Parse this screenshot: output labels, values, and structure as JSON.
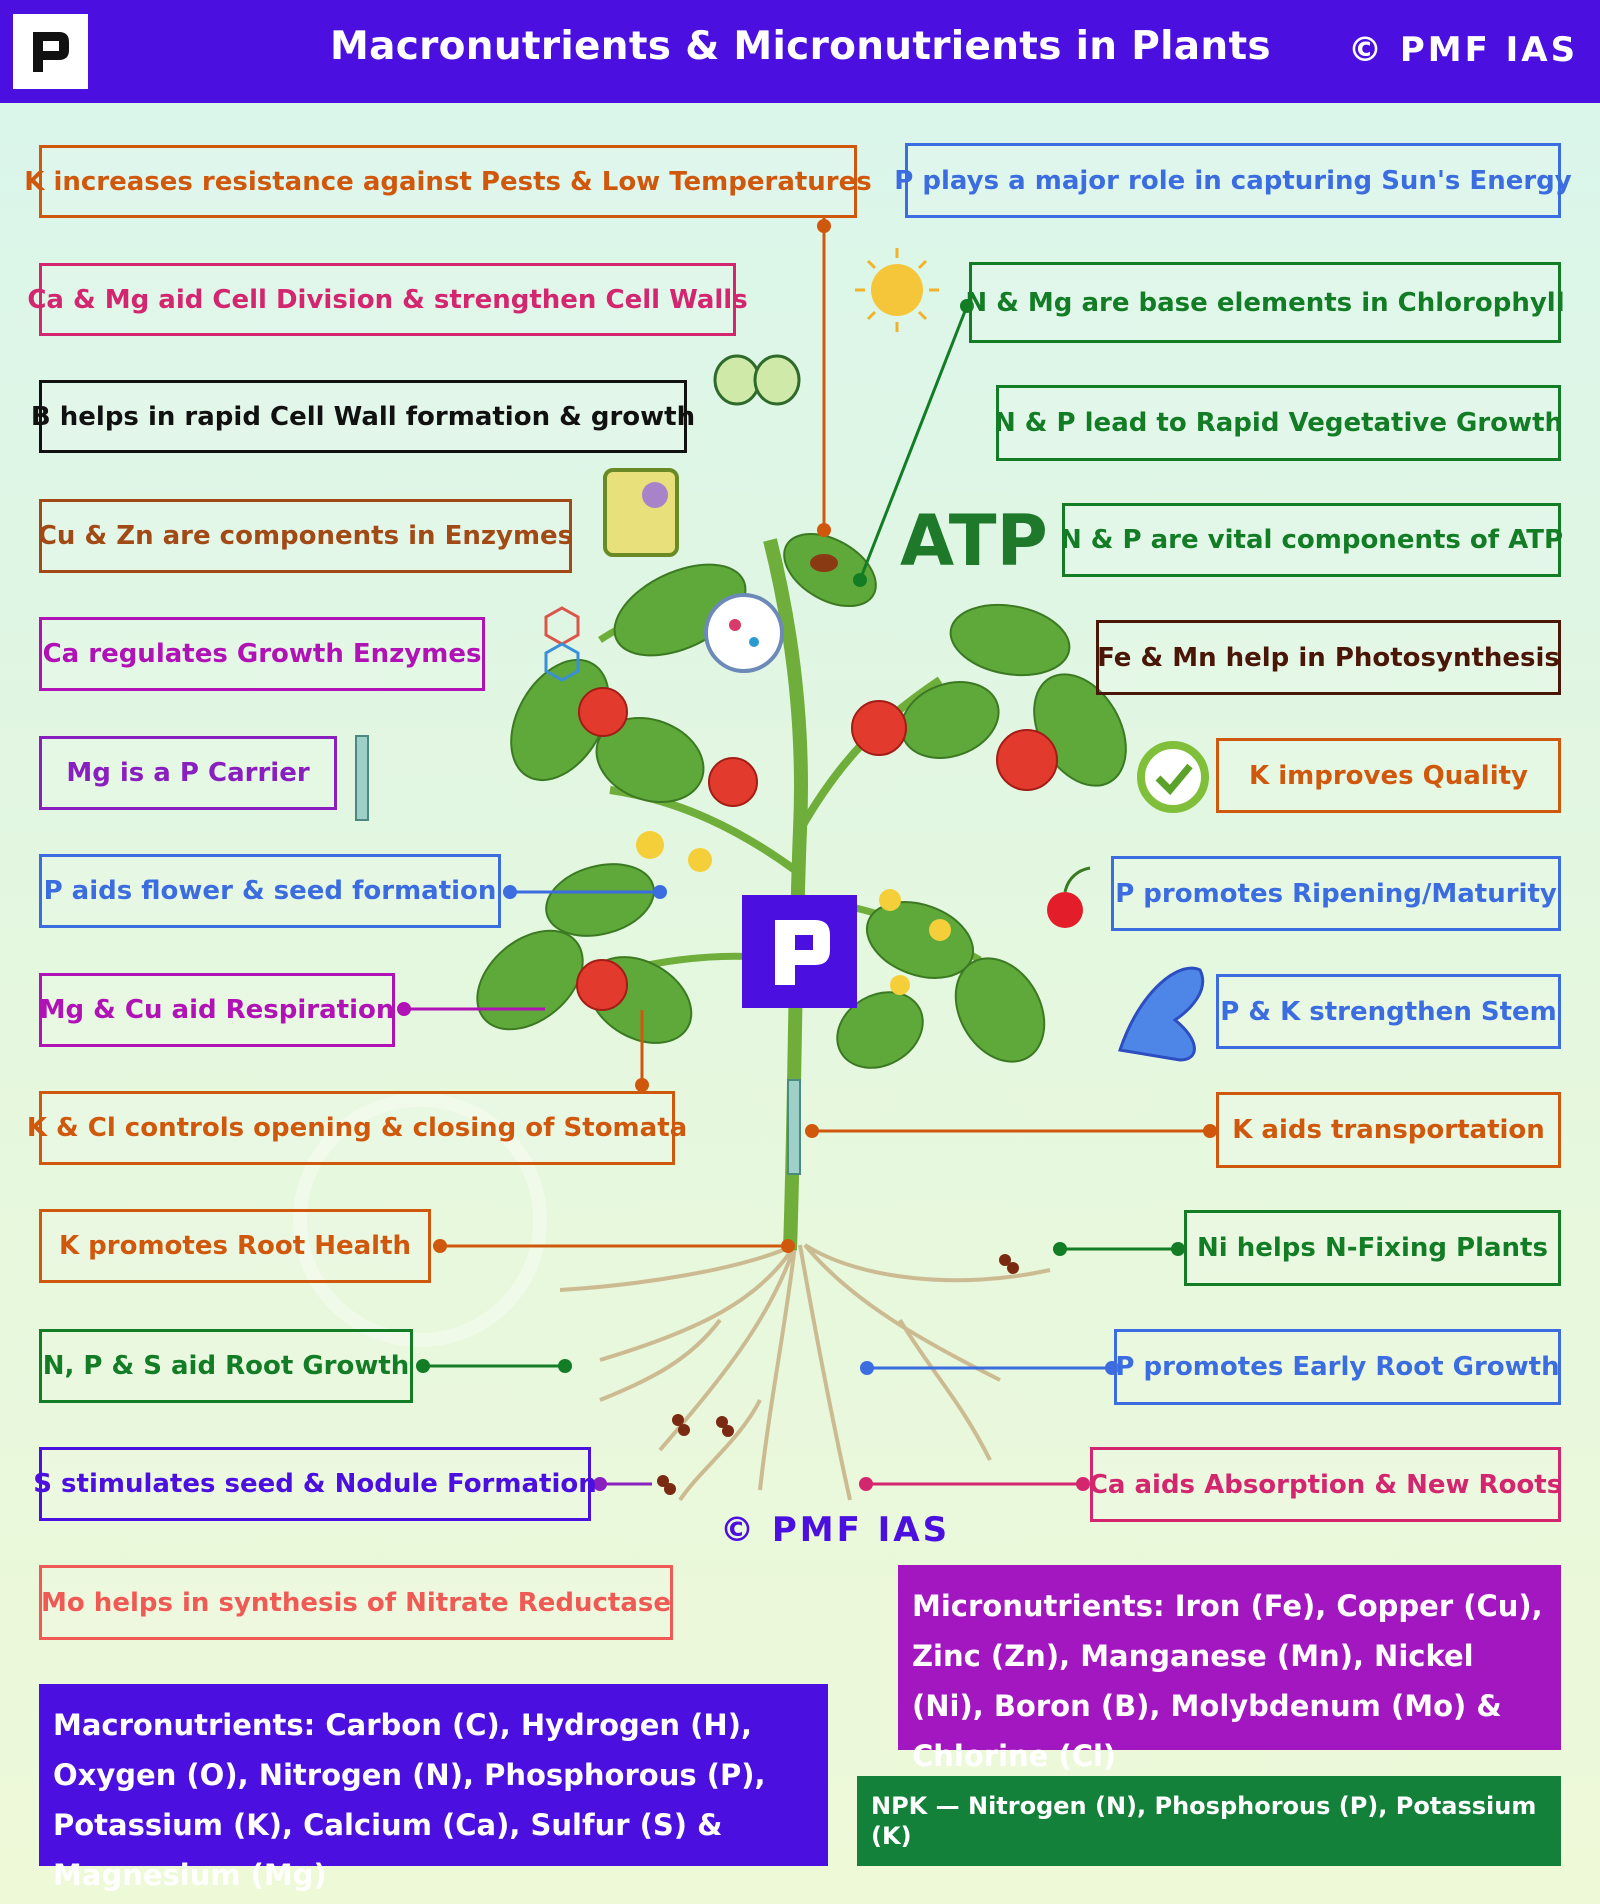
{
  "header": {
    "title": "Macronutrients & Micronutrients in Plants",
    "copyright": "© PMF IAS"
  },
  "left_labels": [
    "K increases resistance against Pests & Low Temperatures",
    "Ca & Mg aid Cell Division & strengthen Cell Walls",
    "B helps in rapid Cell Wall formation & growth",
    "Cu & Zn are components in Enzymes",
    "Ca regulates Growth Enzymes",
    "Mg is a P Carrier",
    "P aids flower & seed formation",
    "Mg & Cu aid Respiration",
    "K & Cl controls opening & closing of Stomata",
    "K promotes Root Health",
    "N,  P & S aid Root Growth",
    "S stimulates seed & Nodule Formation",
    "Mo helps in synthesis of Nitrate Reductase"
  ],
  "right_labels": [
    "P plays a major role in capturing Sun's Energy",
    "N & Mg are base elements in Chlorophyll",
    "N & P lead to Rapid Vegetative Growth",
    "N & P are vital components of ATP",
    "Fe & Mn help in Photosynthesis",
    "K improves Quality",
    "P promotes Ripening/Maturity",
    "P & K strengthen Stem",
    "K aids transportation",
    "Ni helps N-Fixing Plants",
    "P promotes Early Root Growth",
    "Ca aids Absorption & New Roots"
  ],
  "atp_label": "ATP",
  "watermark": "© PMF IAS",
  "macronutrients": "Macronutrients: Carbon (C), Hydrogen (H), Oxygen (O), Nitrogen (N), Phosphorous (P), Potassium (K), Calcium (Ca), Sulfur (S) & Magnesium (Mg)",
  "micronutrients": "Micronutrients: Iron (Fe), Copper (Cu), Zinc (Zn), Manganese (Mn), Nickel (Ni), Boron (B), Molybdenum (Mo) & Chlorine (Cl)",
  "npk": "NPK — Nitrogen (N), Phosphorous (P), Potassium (K)",
  "colors": {
    "orange": "#d0580c",
    "pink": "#d4256f",
    "black": "#111111",
    "brown": "#a24a16",
    "magenta": "#b012b6",
    "blue": "#3b6de0",
    "purple": "#8a1fc0",
    "green": "#137d26",
    "darkbrown": "#4a1608",
    "red": "#ef5a55",
    "indigo": "#4b0fe0",
    "micro_bg": "#a317c0",
    "npk_bg": "#14813a"
  }
}
